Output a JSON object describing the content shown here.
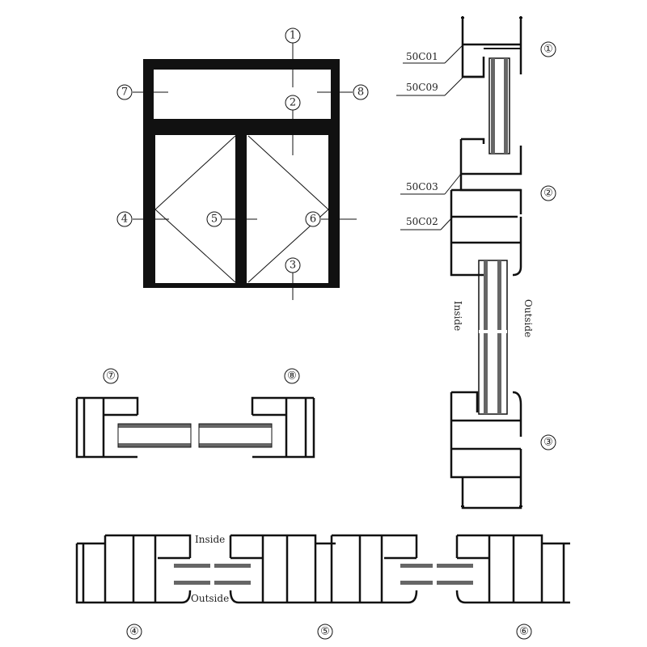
{
  "diagram": {
    "type": "window-section-drawing",
    "elevation": {
      "callouts": [
        {
          "id": "1",
          "label": "①"
        },
        {
          "id": "2",
          "label": "②"
        },
        {
          "id": "3",
          "label": "③"
        },
        {
          "id": "4",
          "label": "④"
        },
        {
          "id": "5",
          "label": "⑤"
        },
        {
          "id": "6",
          "label": "⑥"
        },
        {
          "id": "7",
          "label": "⑦"
        },
        {
          "id": "8",
          "label": "⑧"
        }
      ]
    },
    "vertical_section": {
      "profile_codes": [
        "50C01",
        "50C09",
        "50C03",
        "50C02"
      ],
      "callouts": [
        "①",
        "②",
        "③"
      ],
      "inside_label": "Inside",
      "outside_label": "Outside"
    },
    "transom_section": {
      "callouts": [
        "⑦",
        "⑧"
      ]
    },
    "horizontal_section": {
      "callouts": [
        "④",
        "⑤",
        "⑥"
      ],
      "inside_label": "Inside",
      "outside_label": "Outside"
    },
    "colors": {
      "line": "#111111",
      "glass": "#666666",
      "background": "#ffffff"
    }
  }
}
